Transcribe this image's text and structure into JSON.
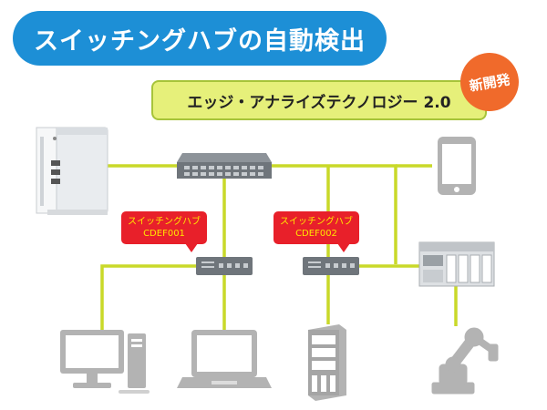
{
  "header": {
    "title": "スイッチングハブの自動検出",
    "subtitle": "エッジ・アナライズテクノロジー 2.0",
    "badge": "新開発"
  },
  "callouts": [
    {
      "line1": "スイッチングハブ",
      "line2": "CDEF001"
    },
    {
      "line1": "スイッチングハブ",
      "line2": "CDEF002"
    }
  ],
  "devices": [
    {
      "icon": "server-appliance-icon"
    },
    {
      "icon": "main-switch-icon"
    },
    {
      "icon": "smartphone-icon"
    },
    {
      "icon": "switching-hub-icon"
    },
    {
      "icon": "switching-hub-icon"
    },
    {
      "icon": "plc-controller-icon"
    },
    {
      "icon": "desktop-pc-icon"
    },
    {
      "icon": "laptop-icon"
    },
    {
      "icon": "tower-server-icon"
    },
    {
      "icon": "robot-arm-icon"
    }
  ],
  "colors": {
    "title_bg": "#1d8fd6",
    "subtitle_bg": "#e6f07a",
    "badge_bg": "#f06a2b",
    "callout_bg": "#e8202a",
    "callout_text": "#ffe600",
    "line": "#c9d929",
    "device_gray": "#b3b3b3"
  }
}
